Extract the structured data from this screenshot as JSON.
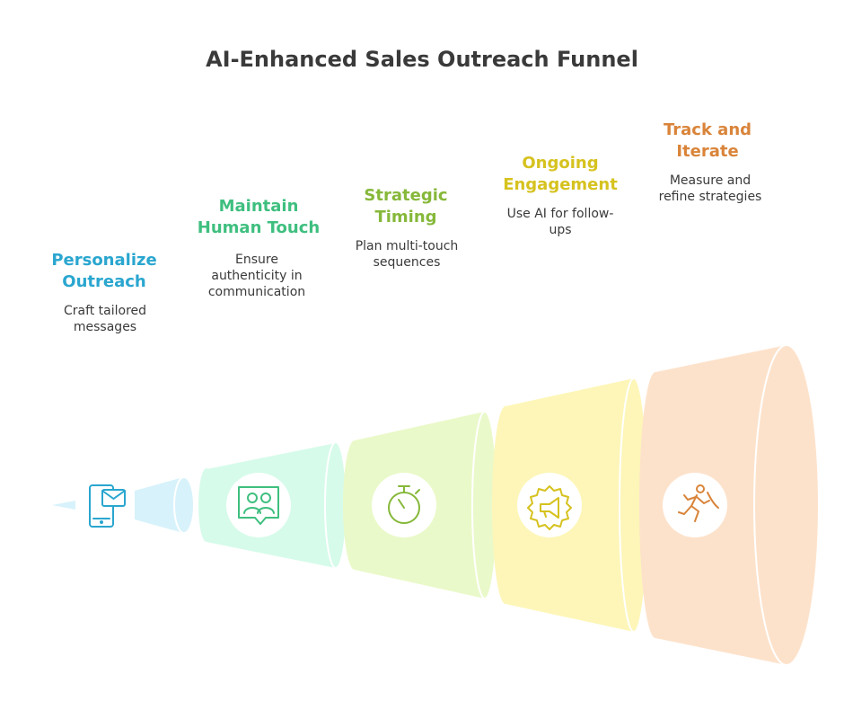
{
  "title": "AI-Enhanced Sales Outreach Funnel",
  "steps": [
    {
      "heading": [
        "Personalize",
        "Outreach"
      ],
      "description": [
        "Craft tailored",
        "messages"
      ],
      "color": "#2aa6cf",
      "fill": "#d7f2fb",
      "icon": "mobile-message-icon"
    },
    {
      "heading": [
        "Maintain",
        "Human Touch"
      ],
      "description": [
        "Ensure",
        "authenticity in",
        "communication"
      ],
      "color": "#3fbf7f",
      "fill": "#d6fbea",
      "icon": "chat-people-icon"
    },
    {
      "heading": [
        "Strategic",
        "Timing"
      ],
      "description": [
        "Plan multi-touch",
        "sequences"
      ],
      "color": "#86b83a",
      "fill": "#eaf9c9",
      "icon": "stopwatch-icon"
    },
    {
      "heading": [
        "Ongoing",
        "Engagement"
      ],
      "description": [
        "Use AI for follow-",
        "ups"
      ],
      "color": "#d6c21f",
      "fill": "#fdf6b8",
      "icon": "megaphone-badge-icon"
    },
    {
      "heading": [
        "Track and",
        "Iterate"
      ],
      "description": [
        "Measure and",
        "refine strategies"
      ],
      "color": "#d9843a",
      "fill": "#fde2cb",
      "icon": "runner-finish-icon"
    }
  ]
}
